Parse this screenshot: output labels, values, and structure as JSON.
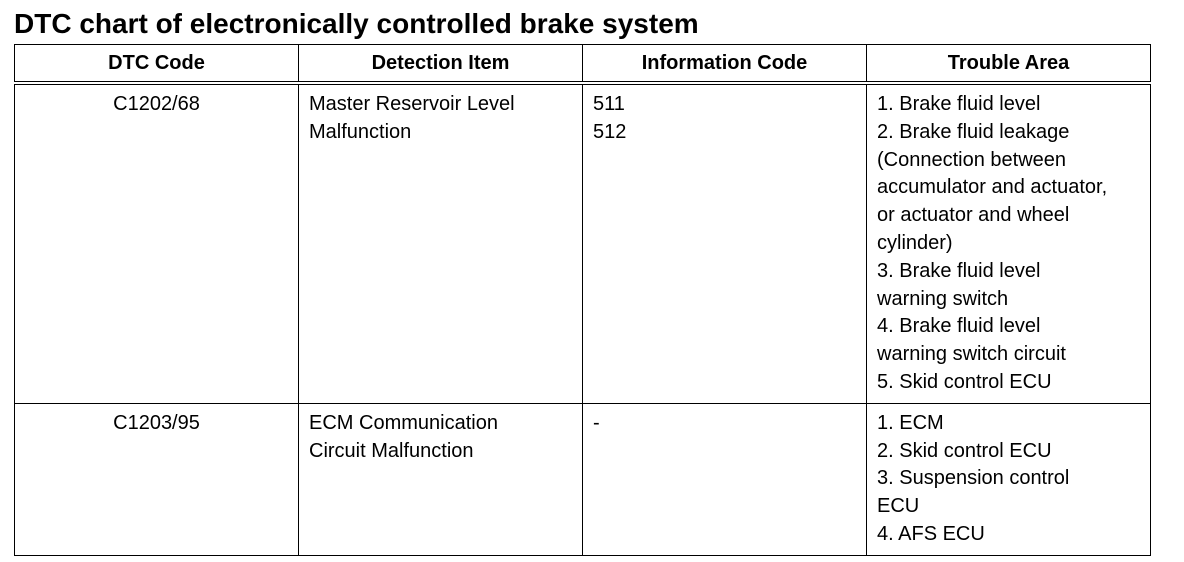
{
  "title": "DTC chart of electronically controlled brake system",
  "table": {
    "headers": [
      "DTC Code",
      "Detection Item",
      "Information Code",
      "Trouble Area"
    ],
    "rows": [
      {
        "dtc_code": [
          "C1202/68"
        ],
        "detection_item": [
          "Master Reservoir Level",
          "Malfunction"
        ],
        "information_code": [
          "511",
          "512"
        ],
        "trouble_area": [
          "1. Brake fluid level",
          "2. Brake fluid leakage",
          "(Connection between",
          "accumulator and actuator,",
          "or actuator and wheel",
          "cylinder)",
          "3. Brake fluid level",
          "warning switch",
          "4. Brake fluid level",
          "warning switch circuit",
          "5. Skid control ECU"
        ]
      },
      {
        "dtc_code": [
          "C1203/95"
        ],
        "detection_item": [
          "ECM Communication",
          "Circuit Malfunction"
        ],
        "information_code": [
          "-"
        ],
        "trouble_area": [
          "1. ECM",
          "2. Skid control ECU",
          "3. Suspension control",
          "ECU",
          "4. AFS ECU"
        ]
      }
    ]
  }
}
